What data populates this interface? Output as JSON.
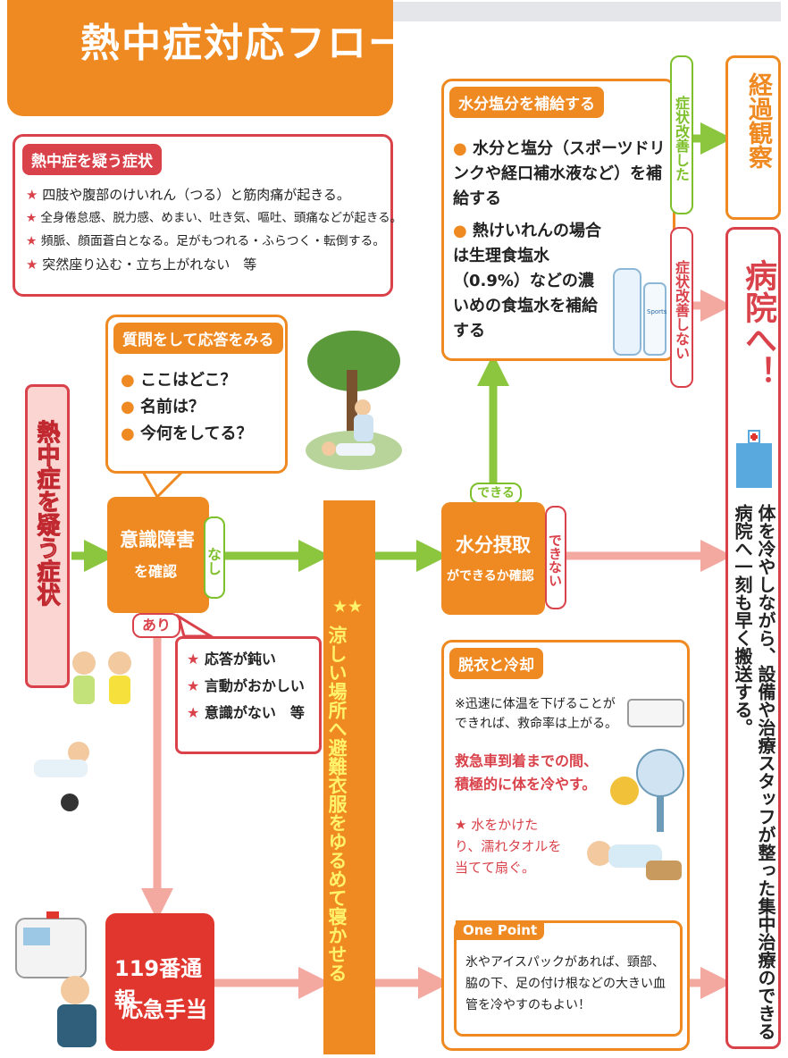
{
  "title": "熱中症対応フロー",
  "symptoms": {
    "header": "熱中症を疑う症状",
    "items": [
      "四肢や腹部のけいれん（つる）と筋肉痛が起きる。",
      "全身倦怠感、脱力感、めまい、吐き気、嘔吐、頭痛などが起きる。",
      "頻脈、顔面蒼白となる。足がもつれる・ふらつく・転倒する。",
      "突然座り込む・立ち上がれない　等"
    ]
  },
  "question": {
    "header": "質問をして応答をみる",
    "items": [
      "ここはどこ？",
      "名前は？",
      "今何をしてる？"
    ]
  },
  "suspect_label": "熱中症を疑う症状",
  "consciousness": {
    "line1": "意識障害",
    "line2": "を確認",
    "no": "なし",
    "yes": "あり"
  },
  "response": {
    "items": [
      "応答が鈍い",
      "言動がおかしい",
      "意識がない　等"
    ]
  },
  "call": {
    "line1": "119番通報",
    "line2": "応急手当"
  },
  "cool_place": {
    "stars": "★★",
    "text": "涼しい場所へ避難衣服をゆるめて寝かせる"
  },
  "drink": {
    "line1": "水分摂取",
    "line2": "ができるか確認",
    "can": "できる",
    "cannot": "できない"
  },
  "water": {
    "header": "水分塩分を補給する",
    "item1": "水分と塩分（スポーツドリンクや経口補水液など）を補給する",
    "item2": "熱けいれんの場合は生理食塩水（0.9%）などの濃いめの食塩水を補給する",
    "bottle_label": "Sports"
  },
  "improved": "症状改善した",
  "not_improved": "症状改善しない",
  "observe": "経過観察",
  "hospital": {
    "title": "病院へ！",
    "text": "体を冷やしながら、設備や治療スタッフが整った集中治療のできる病院へ一刻も早く搬送する。"
  },
  "undress": {
    "header": "脱衣と冷却",
    "note": "※迅速に体温を下げることができれば、救命率は上がる。",
    "emphasis": "救急車到着までの間、積極的に体を冷やす。",
    "action": "水をかけたり、濡れタオルを当てて扇ぐ。"
  },
  "one_point": {
    "tag": "One Point",
    "text": "氷やアイスパックがあれば、頸部、脇の下、足の付け根などの大きい血管を冷やすのもよい！"
  },
  "colors": {
    "orange": "#ef8a22",
    "red": "#d9424a",
    "green": "#7ec02b",
    "pink": "#f4a9a0"
  }
}
